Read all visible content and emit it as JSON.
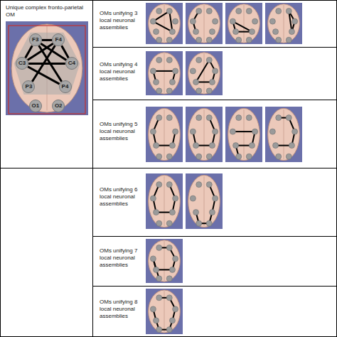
{
  "diagram": {
    "nodes": [
      {
        "text": [
          "F3"
        ]
      },
      {
        "text": [
          "F4"
        ]
      },
      {
        "text": [
          "C3"
        ]
      },
      {
        "text": [
          "C4"
        ]
      },
      {
        "text": [
          "P3"
        ]
      },
      {
        "text": [
          "P4"
        ]
      },
      {
        "text": [
          "O1"
        ]
      },
      {
        "text": [
          "O2"
        ]
      }
    ],
    "edges": [
      {
        "from": 0,
        "to": 1,
        "arrow": "none"
      },
      {
        "from": 0,
        "to": 2,
        "arrow": "none"
      },
      {
        "from": 1,
        "to": 3,
        "arrow": "none"
      },
      {
        "from": 0,
        "to": 3,
        "arrow": "none"
      },
      {
        "from": 1,
        "to": 2,
        "arrow": "none"
      },
      {
        "from": 2,
        "to": 3,
        "arrow": "none"
      },
      {
        "from": 2,
        "to": 5,
        "arrow": "none"
      },
      {
        "from": 1,
        "to": 4,
        "arrow": "none"
      },
      {
        "from": 0,
        "to": 5,
        "arrow": "none"
      }
    ],
    "labels": [
      "Unique complex fronto-parietal OM",
      "OMs unifying 3 local neuronal assemblies",
      "OMs unifying 4 local neuronal assemblies",
      "OMs unifying 5 local neuronal assemblies",
      "OMs unifying 6 local neuronal assemblies",
      "OMs unifying 7 local neuronal assemblies",
      "OMs unifying 8 local neuronal assemblies"
    ]
  }
}
